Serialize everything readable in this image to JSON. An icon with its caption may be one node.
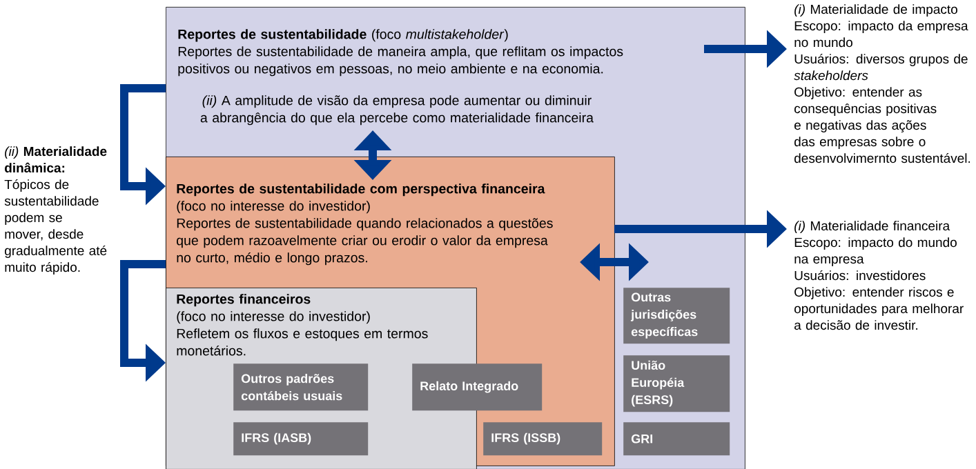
{
  "diagram": {
    "nodes": [
      {
        "text": [
          "**Reportes de sustentabilidade** (foco *multistakeholder*)",
          "Reportes de sustentabilidade de maneira ampla, que reflitam os impactos positivos ou negativos em pessoas, no meio ambiente e na economia.",
          "*(ii)* A amplitude de visão da empresa pode aumentar ou diminuir a abrangência do que ela percebe como materialidade financeira"
        ]
      },
      {
        "text": [
          "Reportes de sustentabilidade com perspectiva financeira",
          "(foco no interesse do investidor)",
          "Reportes de sustentabilidade quando relacionados a questões que podem razoavelmente criar ou erodir o valor da empresa no curto, médio e longo prazos."
        ],
        "in": 0
      },
      {
        "text": [
          "Reportes financeiros",
          "(foco no interesse do investidor)",
          "Refletem os fluxos e estoques em termos monetários."
        ],
        "in": 1
      },
      {
        "text": [
          "Outros padrões contábeis usuais"
        ],
        "in": 2
      },
      {
        "text": [
          "IFRS (IASB)"
        ],
        "in": 2
      },
      {
        "text": [
          "Relato Integrado"
        ],
        "in": 1
      },
      {
        "text": [
          "IFRS (ISSB)"
        ],
        "in": 1
      },
      {
        "text": [
          "Outras jurisdições específicas"
        ],
        "in": 0
      },
      {
        "text": [
          "União Européia (ESRS)"
        ],
        "in": 0
      },
      {
        "text": [
          "GRI"
        ],
        "in": 0
      },
      {
        "text": [
          "*(i)* Materialidade de impacto",
          "Escopo: impacto da empresa no mundo",
          "Usuários: diversos grupos de *stakeholders*",
          "Objetivo: entender as consequências positivas e negativas das ações das empresas sobre o desenvolvimernto sustentável."
        ]
      },
      {
        "text": [
          "*(i)* Materialidade financeira",
          "Escopo: impacto do mundo na empresa",
          "Usuários: investidores",
          "Objetivo: entender riscos e oportunidades para melhorar a decisão de investir."
        ]
      }
    ],
    "edges": [
      {
        "from": null,
        "to": 10,
        "arrow": "to"
      },
      {
        "from": 1,
        "to": 11,
        "arrow": "to"
      },
      {
        "from": null,
        "to": 1,
        "arrow": "both"
      },
      {
        "from": 0,
        "to": 1,
        "arrow": "to"
      },
      {
        "from": 1,
        "to": 2,
        "arrow": "to"
      }
    ],
    "labels": [
      "*(ii)* **Materialidade dinâmica:**",
      "Tópicos de sustentabilidade podem se mover, desde gradualmente até muito rápido."
    ]
  }
}
